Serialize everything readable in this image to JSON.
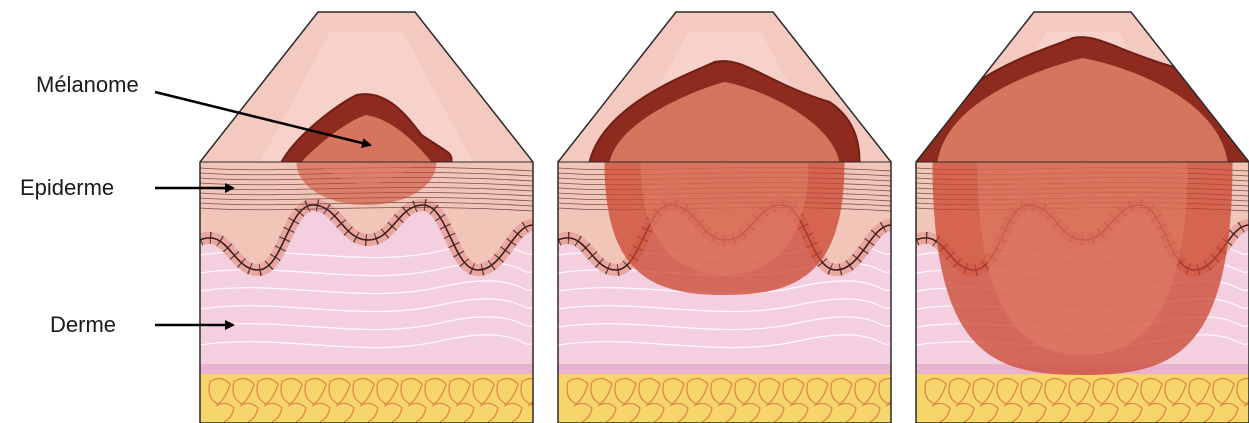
{
  "labels": {
    "melanome": "Mélanome",
    "epiderme": "Epiderme",
    "derme": "Derme"
  },
  "colors": {
    "background": "#ffffff",
    "skin_top": "#f4c9c0",
    "skin_top_light": "#f8d9d1",
    "epidermis": "#f1c6b8",
    "epidermis_lines": "#4a2b24",
    "dermis": "#f3cfe0",
    "dermis_lines": "#ffffff",
    "basal_cells": "#e9a7a0",
    "basal_border": "#3b1d1a",
    "fat": "#f6d66a",
    "fat_outline": "#e07f4a",
    "tumor_light": "#e2826a",
    "tumor_mid": "#c9452f",
    "tumor_dark": "#8e2a1e",
    "tumor_darkest": "#6f1f16",
    "outline": "#2a2a2a"
  },
  "stages": [
    {
      "id": "stage-1",
      "depth_level": 1
    },
    {
      "id": "stage-2",
      "depth_level": 2
    },
    {
      "id": "stage-3",
      "depth_level": 3
    }
  ]
}
